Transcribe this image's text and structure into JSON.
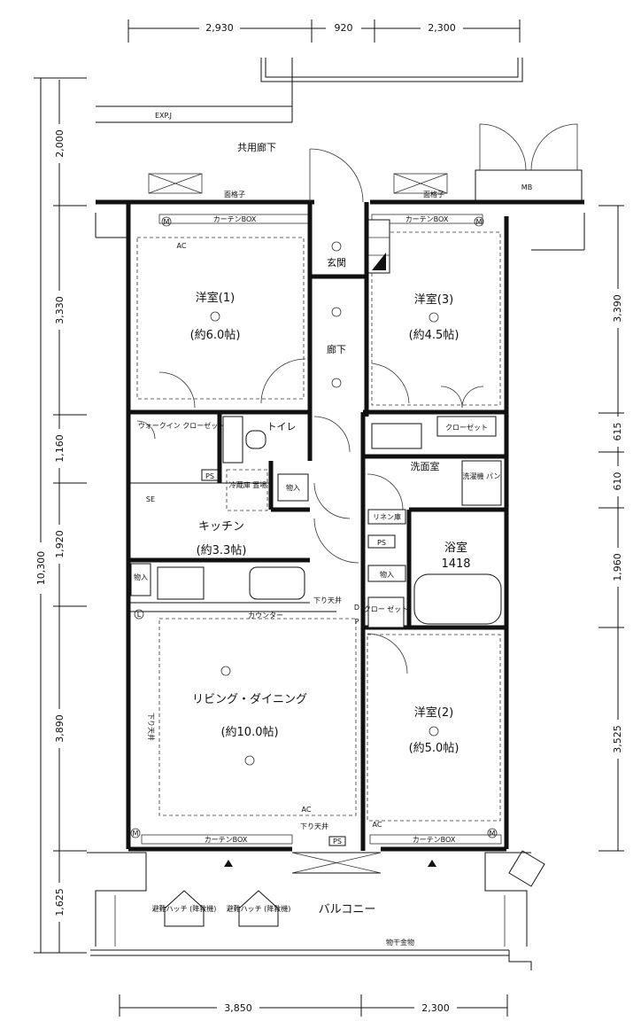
{
  "dimensions": {
    "top": [
      "2,930",
      "920",
      "2,300"
    ],
    "bottom": [
      "3,850",
      "2,300"
    ],
    "left": [
      "2,000",
      "3,330",
      "1,160",
      "1,920",
      "3,890",
      "1,625"
    ],
    "left_total": "10,300",
    "right": [
      "3,390",
      "615",
      "610",
      "1,960",
      "3,525"
    ]
  },
  "labels": {
    "expj": "EXP.J",
    "corridor_common": "共用廊下",
    "mb": "MB",
    "lattice_left": "面格子",
    "lattice_right": "面格子",
    "curtain_box_tl": "カーテンBOX",
    "curtain_box_tr": "カーテンBOX",
    "curtain_box_bl": "カーテンBOX",
    "curtain_box_br": "カーテンBOX",
    "entrance": "玄関",
    "hallway": "廊下",
    "room1_name": "洋室(1)",
    "room1_size": "(約6.0帖)",
    "room3_name": "洋室(3)",
    "room3_size": "(約4.5帖)",
    "walkin_closet": "ウォークイン クローゼット",
    "toilet": "トイレ",
    "closet_top": "クローゼット",
    "washroom": "洗面室",
    "washer_pan": "洗濯機 パン",
    "storage_a": "物入",
    "storage_b": "物入",
    "storage_c": "物入",
    "fridge": "冷蔵庫 置場",
    "kitchen_name": "キッチン",
    "kitchen_size": "(約3.3帖)",
    "linen": "リネン庫",
    "ps_a": "PS",
    "ps_b": "PS",
    "ps_c": "PS",
    "bath_name": "浴室",
    "bath_size": "1418",
    "closet_mid": "クロー ゼット",
    "drop_ceiling_a": "下り天井",
    "drop_ceiling_b": "下り天井",
    "drop_ceiling_c": "下り天井",
    "counter": "カウンター",
    "living_name": "リビング・ダイニング",
    "living_size": "(約10.0帖)",
    "room2_name": "洋室(2)",
    "room2_size": "(約5.0帖)",
    "balcony": "バルコニー",
    "hatch_left": "避難ハッチ (降救機)",
    "hatch_right": "避難ハッチ (降救機)",
    "drying_rack": "物干金物",
    "mark_m": "M",
    "mark_ac": "AC",
    "mark_l": "L",
    "mark_d": "D",
    "mark_p": "P",
    "mark_se": "SE"
  }
}
